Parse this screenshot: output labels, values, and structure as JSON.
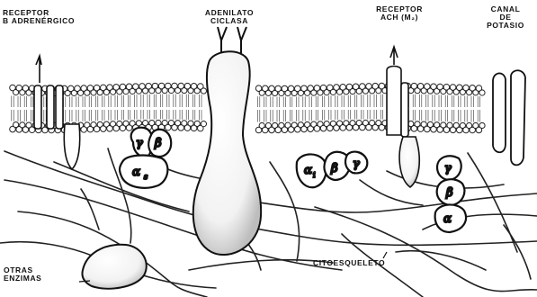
{
  "labels": {
    "beta_receptor_line1": "RECEPTOR",
    "beta_receptor_line2": "β ADRENÉRGICO",
    "adenylate_cyclase_line1": "ADENILATO",
    "adenylate_cyclase_line2": "CICLASA",
    "ach_receptor_line1": "RECEPTOR",
    "ach_receptor_line2": "Ach (M₂)",
    "potassium_channel_line1": "CANAL",
    "potassium_channel_line2": "DE",
    "potassium_channel_line3": "POTASIO",
    "other_enzymes_line1": "OTRAS",
    "other_enzymes_line2": "ENZIMAS",
    "cytoskeleton": "CITOESQUELETO"
  },
  "gs_protein": {
    "gamma": "γ",
    "beta": "β",
    "alpha": "α",
    "alpha_sub": "s"
  },
  "gi_protein": {
    "alpha": "α",
    "alpha_sub": "i",
    "beta": "β",
    "gamma": "γ"
  },
  "right_complex": {
    "gamma": "γ",
    "beta": "β",
    "alpha": "α"
  }
}
